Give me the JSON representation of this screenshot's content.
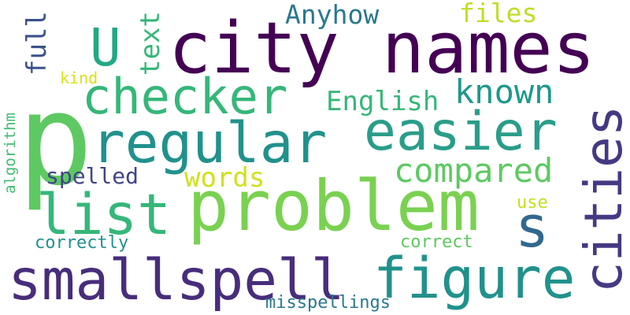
{
  "words": {
    "city_names": {
      "text": "city names",
      "color": "#440154"
    },
    "p": {
      "text": "p",
      "color": "#5ec962"
    },
    "problem": {
      "text": "problem",
      "color": "#7ad151"
    },
    "regular": {
      "text": "regular",
      "color": "#21918c"
    },
    "smallspell": {
      "text": "smallspell",
      "color": "#472d7b"
    },
    "figure": {
      "text": "figure",
      "color": "#21918c"
    },
    "checker": {
      "text": "checker",
      "color": "#35b779"
    },
    "easier": {
      "text": "easier",
      "color": "#2a9d8a"
    },
    "cities": {
      "text": "cities",
      "color": "#443983"
    },
    "list": {
      "text": "list",
      "color": "#35b779"
    },
    "s": {
      "text": "s",
      "color": "#31688e"
    },
    "compared": {
      "text": "compared",
      "color": "#5ec962"
    },
    "u": {
      "text": "U",
      "color": "#22a884"
    },
    "known": {
      "text": "known",
      "color": "#1f988b"
    },
    "anyhow": {
      "text": "Anyhow",
      "color": "#2a788e"
    },
    "english": {
      "text": "English",
      "color": "#35b779"
    },
    "words": {
      "text": "words",
      "color": "#d0e11c"
    },
    "full": {
      "text": "full",
      "color": "#3b528b"
    },
    "text": {
      "text": "text",
      "color": "#35b779"
    },
    "files": {
      "text": "files",
      "color": "#bddf26"
    },
    "spelled": {
      "text": "spelled",
      "color": "#414487"
    },
    "use": {
      "text": "use",
      "color": "#c2df23"
    },
    "correctly": {
      "text": "correctly",
      "color": "#21918c"
    },
    "correct": {
      "text": "correct",
      "color": "#5ec962"
    },
    "misspellings": {
      "text": "misspellings",
      "color": "#2a788e"
    },
    "kind": {
      "text": "kind",
      "color": "#d8e219"
    },
    "algorithm": {
      "text": "algorithm",
      "color": "#3fbc73"
    }
  }
}
